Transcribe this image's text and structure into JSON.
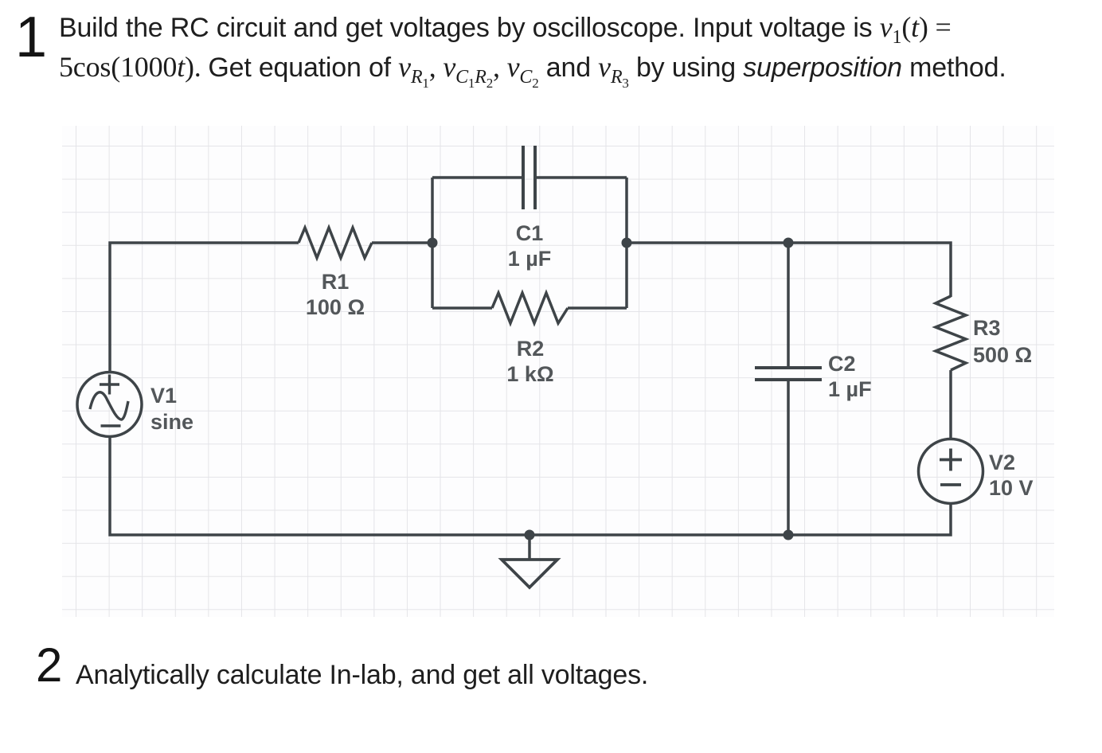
{
  "problem1": {
    "number": "1",
    "line1_runs": [
      {
        "cls": "sans",
        "text": "Build the RC circuit and get voltages by oscilloscope. Input voltage is "
      },
      {
        "cls": "mathit",
        "text": "v"
      },
      {
        "cls": "subu",
        "text": "1"
      },
      {
        "cls": "math",
        "text": "("
      },
      {
        "cls": "mathit",
        "text": "t"
      },
      {
        "cls": "math",
        "text": ") ="
      }
    ],
    "line2_runs": [
      {
        "cls": "math",
        "text": "5cos(1000"
      },
      {
        "cls": "mathit",
        "text": "t"
      },
      {
        "cls": "math",
        "text": "). "
      },
      {
        "cls": "sans",
        "text": "Get equation of "
      },
      {
        "cls": "mathit",
        "text": "v"
      },
      {
        "cls": "sub",
        "text": "R"
      },
      {
        "cls": "sub2",
        "text": "1"
      },
      {
        "cls": "math",
        "text": ", "
      },
      {
        "cls": "mathit",
        "text": "v"
      },
      {
        "cls": "sub",
        "text": "C"
      },
      {
        "cls": "sub2",
        "text": "1"
      },
      {
        "cls": "sub",
        "text": "R"
      },
      {
        "cls": "sub2",
        "text": "2"
      },
      {
        "cls": "math",
        "text": ", "
      },
      {
        "cls": "mathit",
        "text": "v"
      },
      {
        "cls": "sub",
        "text": "C"
      },
      {
        "cls": "sub2",
        "text": "2"
      },
      {
        "cls": "sans",
        "text": " and "
      },
      {
        "cls": "mathit",
        "text": "v"
      },
      {
        "cls": "sub",
        "text": "R"
      },
      {
        "cls": "sub2",
        "text": "3"
      },
      {
        "cls": "sans",
        "text": " by using "
      },
      {
        "cls": "it",
        "text": "superposition"
      },
      {
        "cls": "sans",
        "text": " method."
      }
    ]
  },
  "problem2": {
    "number": "2",
    "text": "Analytically calculate In-lab, and get all voltages."
  },
  "circuit": {
    "v1": {
      "name": "V1",
      "value": "sine"
    },
    "r1": {
      "name": "R1",
      "value": "100 Ω"
    },
    "c1": {
      "name": "C1",
      "value": "1 µF"
    },
    "r2": {
      "name": "R2",
      "value": "1 kΩ"
    },
    "c2": {
      "name": "C2",
      "value": "1 µF"
    },
    "r3": {
      "name": "R3",
      "value": "500 Ω"
    },
    "v2": {
      "name": "V2",
      "value": "10 V"
    }
  },
  "colors": {
    "wire": "#3e4448",
    "label": "#53575a",
    "text": "#1e1e1e",
    "grid_line": "#e4e4e8"
  }
}
